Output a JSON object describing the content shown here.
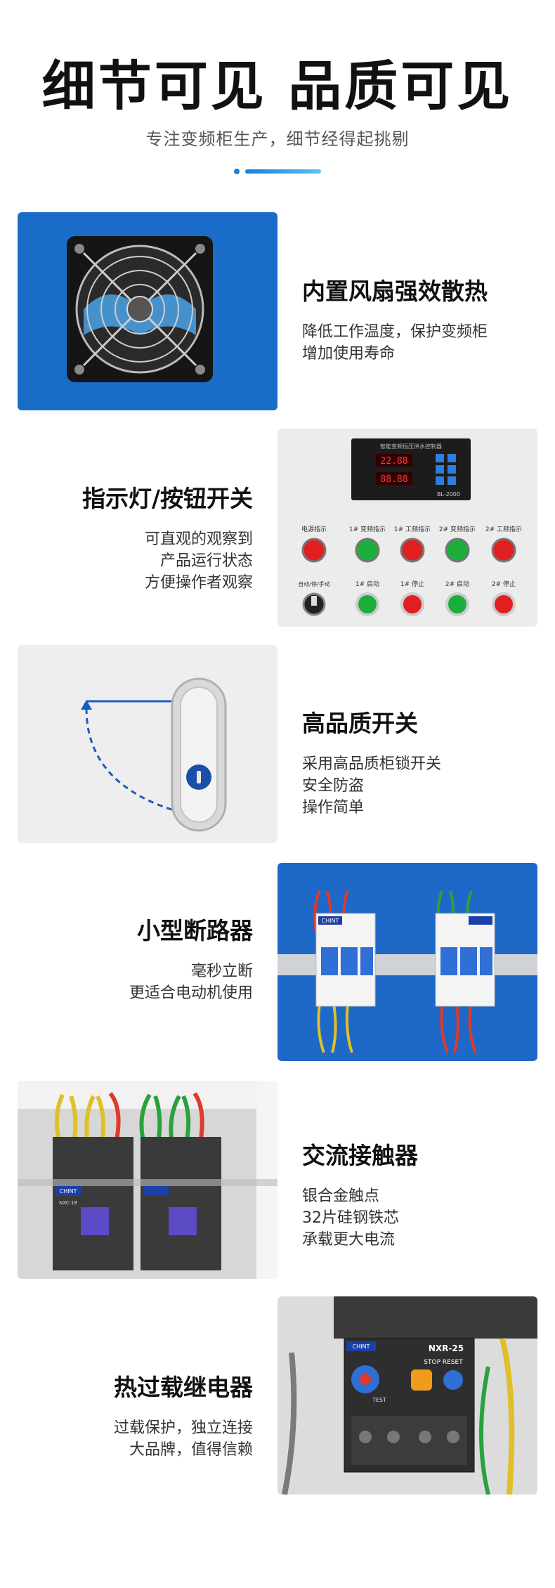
{
  "header": {
    "title": "细节可见  品质可见",
    "subtitle": "专注变频柜生产，细节经得起挑剔"
  },
  "features": [
    {
      "title": "内置风扇强效散热",
      "lines": [
        "降低工作温度，保护变频柜",
        "增加使用寿命"
      ]
    },
    {
      "title": "指示灯/按钮开关",
      "lines": [
        "可直观的观察到",
        "产品运行状态",
        "方便操作者观察"
      ]
    },
    {
      "title": "高品质开关",
      "lines": [
        "采用高品质柜锁开关",
        "安全防盗",
        "操作简单"
      ]
    },
    {
      "title": "小型断路器",
      "lines": [
        "毫秒立断",
        "更适合电动机使用"
      ]
    },
    {
      "title": "交流接触器",
      "lines": [
        "银合金触点",
        "32片硅钢铁芯",
        "承载更大电流"
      ]
    },
    {
      "title": "热过载继电器",
      "lines": [
        "过载保护，独立连接",
        "大品牌，值得信赖"
      ]
    }
  ],
  "panel": {
    "controller_title": "智能变频恒压供水控制器",
    "controller_model": "BL-2000",
    "display_top": "22.88",
    "display_bottom": "88.88",
    "row1_labels": [
      "电源指示",
      "1# 变频指示",
      "1# 工频指示",
      "2# 变频指示",
      "2# 工频指示"
    ],
    "row2_labels": [
      "自动/停/手动",
      "1# 启动",
      "1# 停止",
      "2# 启动",
      "2# 停止"
    ]
  },
  "breaker": {
    "brand": "CHINT"
  },
  "contactor": {
    "brand": "CHINT",
    "model": "NXC-18"
  },
  "relay": {
    "brand": "CHINT",
    "model": "NXR-25",
    "labels": "STOP  RESET",
    "test": "TEST"
  },
  "colors": {
    "accent": "#1a7fd9",
    "fan_bg": "#1a6cc9",
    "panel_bg": "#ececec"
  }
}
